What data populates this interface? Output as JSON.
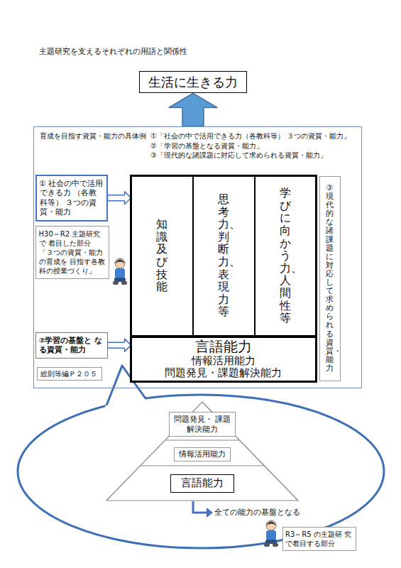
{
  "diagram": {
    "nodes": [
      {
        "text": [
          "生活に生きる力"
        ]
      },
      {
        "text": [
          "育成を目指す資質・能力の具体例",
          "①「社会の中で活用できる力（各教科等） ３つの資質・能力」",
          "②「学習の基盤となる資質・能力」",
          "③「現代的な諸課題に対応して求められる資質・能力」"
        ]
      },
      {
        "text": [
          "① 社会の中で活用 できる力 （各教科等） ３つの資質・能力"
        ],
        "in": 1
      },
      {
        "text": [
          "H30～R2 主題研究で 着目した部分 「３つの資質・能力の育成を 目指す各教科の授業づくり」"
        ],
        "in": 1
      },
      {
        "text": [
          "②学習の基盤と なる資質・能力"
        ],
        "in": 1
      },
      {
        "text": [
          "総則等編Ｐ２０５"
        ],
        "in": 1
      },
      {
        "text": [
          "知識及び技能"
        ],
        "in": 1
      },
      {
        "text": [
          "思考力、判断力、表現力等"
        ],
        "in": 1
      },
      {
        "text": [
          "学びに向かう力、人間性等"
        ],
        "in": 1
      },
      {
        "text": [
          "言語能力",
          "情報活用能力",
          "問題発見・課題解決能力"
        ],
        "in": 1
      },
      {
        "text": [
          "③現代的な諸課題に対応して求められる資質・能力"
        ],
        "in": 1
      },
      {
        "text": [
          "問題発見・ 課題解決能力"
        ]
      },
      {
        "text": [
          "情報活用能力"
        ]
      },
      {
        "text": [
          "言語能力"
        ]
      },
      {
        "text": [
          "R3～R5 の主題研 究で着目する部分"
        ]
      }
    ],
    "edges": [
      {
        "from": 1,
        "to": 0,
        "arrow": "to"
      },
      {
        "from": 2,
        "to": 6,
        "arrow": "to"
      },
      {
        "from": 4,
        "to": 9,
        "arrow": "to"
      }
    ],
    "labels": [
      "主題研究を支えるそれぞれの用語と関係性",
      "全ての能力の基盤となる"
    ]
  }
}
